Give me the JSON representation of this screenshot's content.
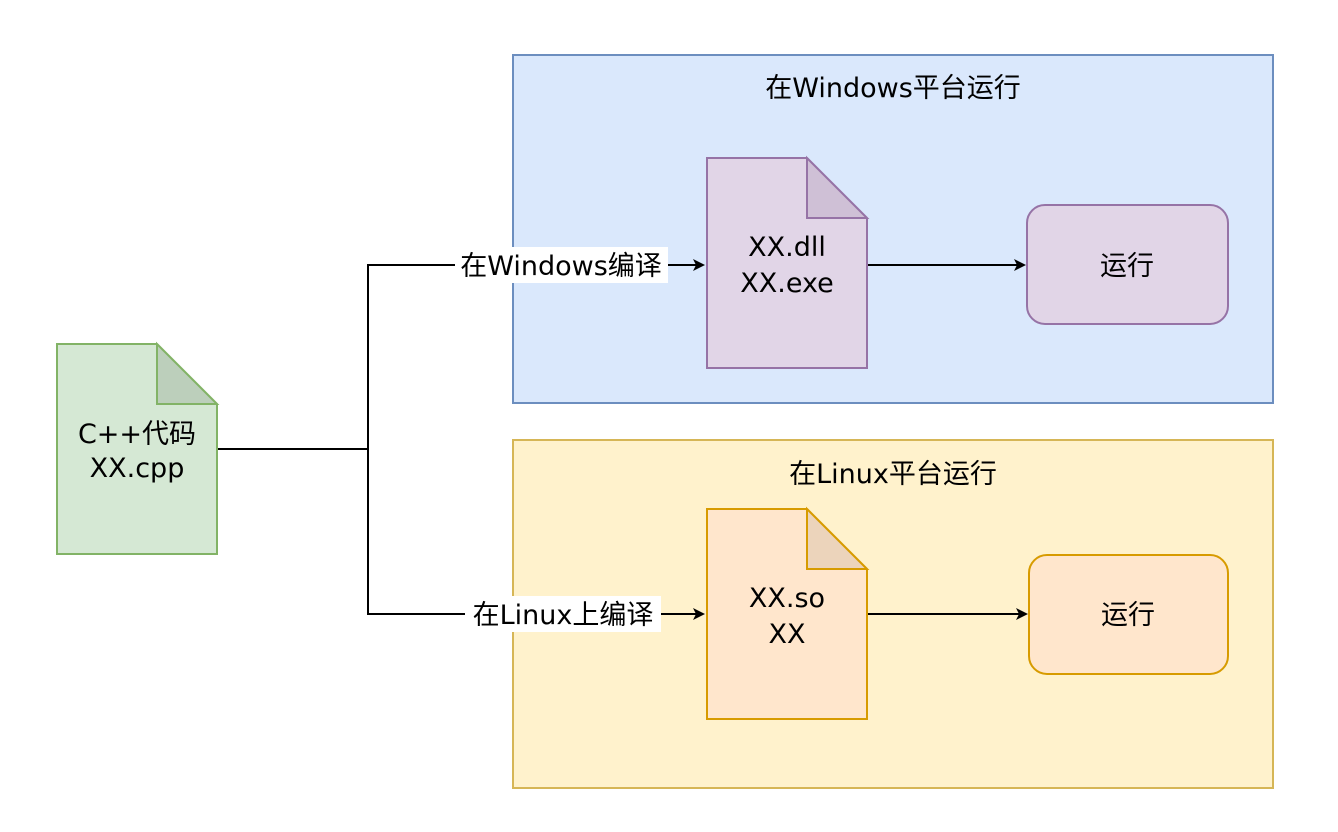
{
  "colors": {
    "green_fill": "#d5e8d4",
    "green_stroke": "#82b366",
    "blue_fill": "#dae8fc",
    "blue_stroke": "#6c8ebf",
    "yellow_fill": "#fff2cc",
    "yellow_stroke": "#d6b656",
    "purple_fill": "#e1d5e7",
    "purple_stroke": "#9673a6",
    "orange_fill": "#ffe6cc",
    "orange_stroke": "#d79b00",
    "edge": "#000000"
  },
  "source_file": {
    "line1": "C++代码",
    "line2": "XX.cpp"
  },
  "windows": {
    "group_title": "在Windows平台运行",
    "edge_label": "在Windows编译",
    "file_line1": "XX.dll",
    "file_line2": "XX.exe",
    "run_label": "运行"
  },
  "linux": {
    "group_title": "在Linux平台运行",
    "edge_label": "在Linux上编译",
    "file_line1": "XX.so",
    "file_line2": "XX",
    "run_label": "运行"
  }
}
